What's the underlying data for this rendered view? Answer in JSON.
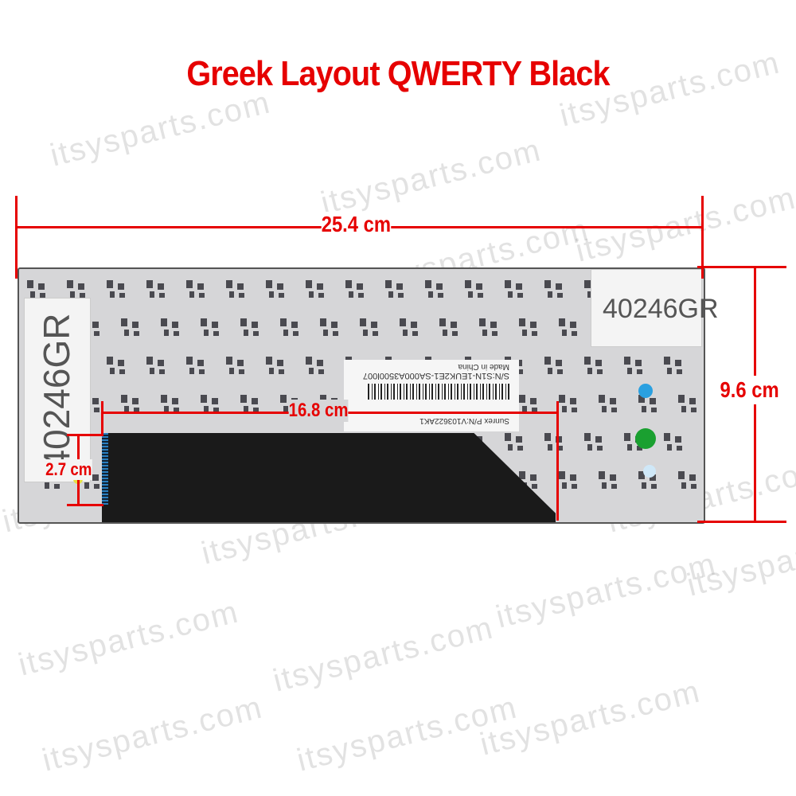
{
  "title": "Greek Layout QWERTY Black",
  "dimensions": {
    "width": "25.4 cm",
    "height": "9.6 cm",
    "cable_width": "16.8 cm",
    "cable_height": "2.7 cm"
  },
  "labels": {
    "left_label": "40246GR",
    "right_label": "40246GR",
    "sticker_origin": "Made in China",
    "sticker_serial": "S/N:S1N-1EUK2E1-SA000A3500l007",
    "sticker_pn": "Sunrex P/N:V103622AK1"
  },
  "watermark": "itsysparts.com",
  "colors": {
    "accent": "#e60000",
    "plate": "#d6d6d8",
    "cable": "#1a1a1a"
  }
}
